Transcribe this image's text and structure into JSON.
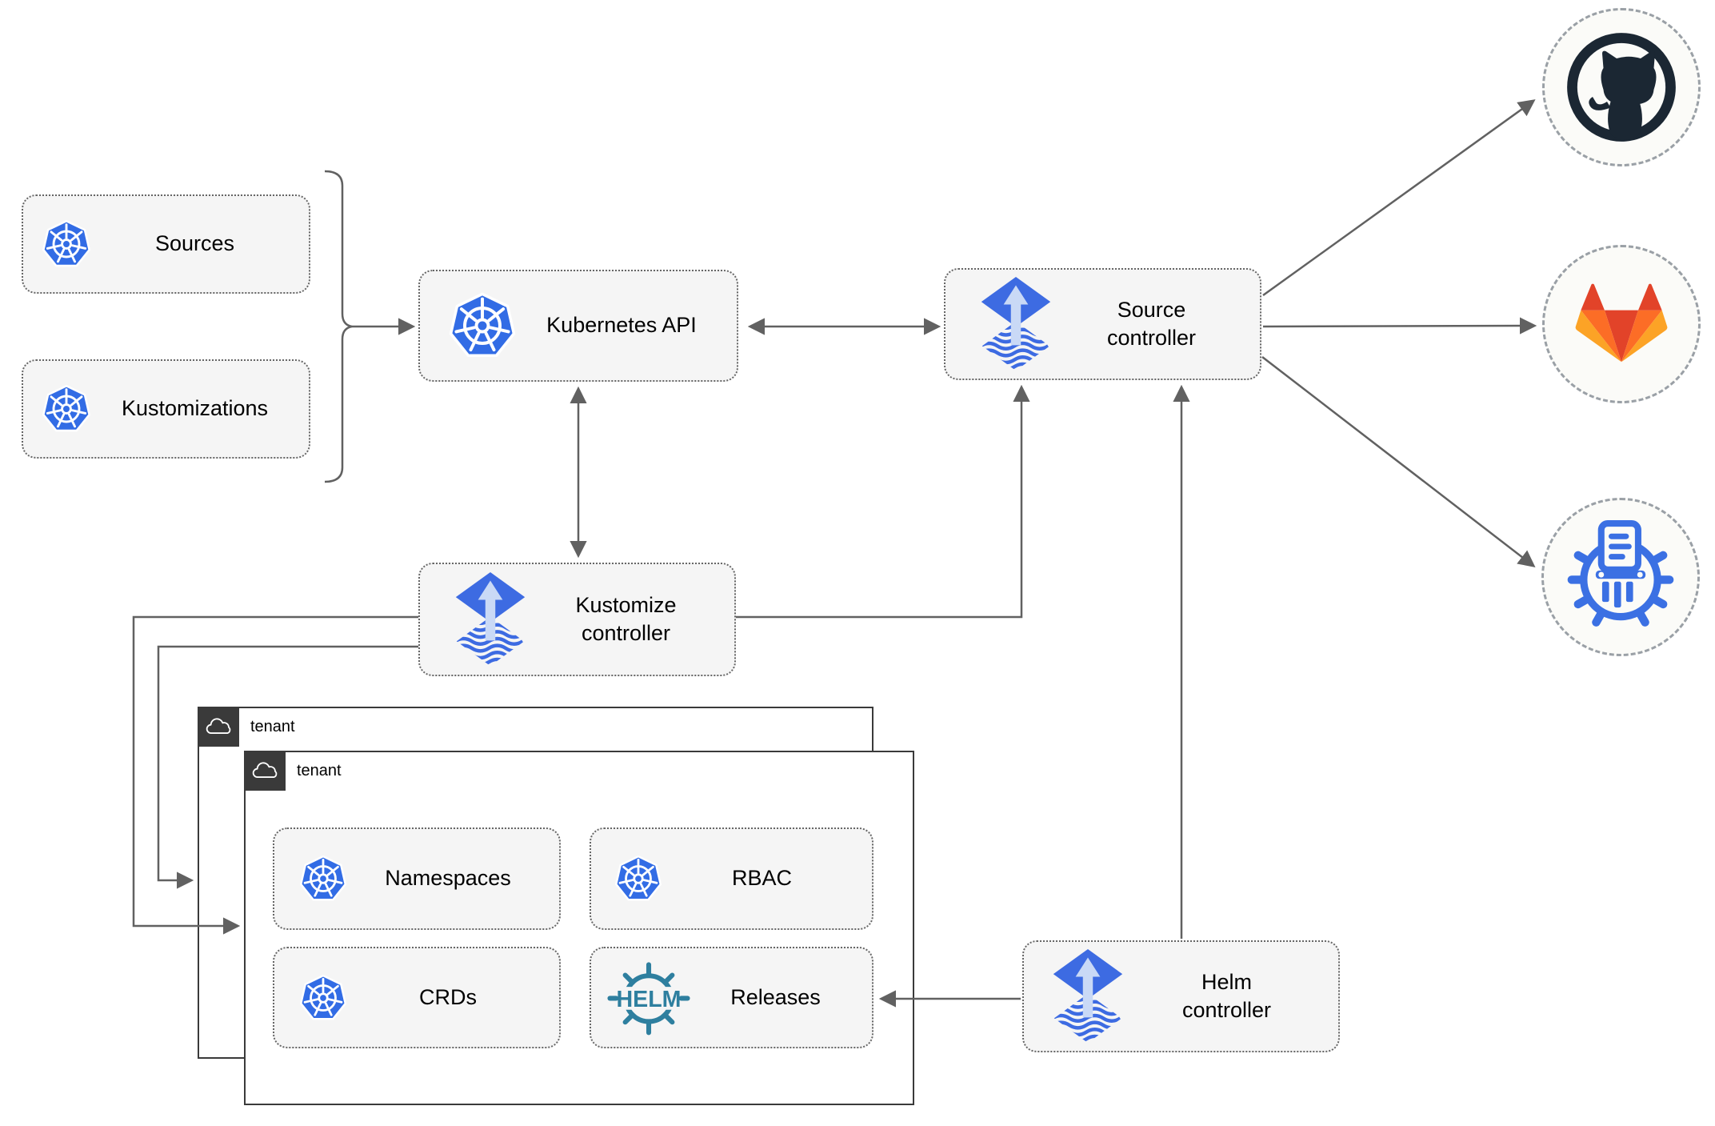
{
  "nodes": {
    "sources": {
      "label": "Sources",
      "icon": "kubernetes"
    },
    "kustomizations": {
      "label": "Kustomizations",
      "icon": "kubernetes"
    },
    "kubernetes_api": {
      "label": "Kubernetes API",
      "icon": "kubernetes"
    },
    "source_controller": {
      "label": "Source\ncontroller",
      "icon": "flux"
    },
    "kustomize_controller": {
      "label": "Kustomize\ncontroller",
      "icon": "flux"
    },
    "helm_controller": {
      "label": "Helm\ncontroller",
      "icon": "flux"
    },
    "tenant_outer": {
      "label": "tenant",
      "icon": "cloud"
    },
    "tenant_inner": {
      "label": "tenant",
      "icon": "cloud"
    },
    "namespaces": {
      "label": "Namespaces",
      "icon": "kubernetes"
    },
    "rbac": {
      "label": "RBAC",
      "icon": "kubernetes"
    },
    "crds": {
      "label": "CRDs",
      "icon": "kubernetes"
    },
    "releases": {
      "label": "Releases",
      "icon": "helm"
    },
    "github": {
      "icon": "github-octocat"
    },
    "gitlab": {
      "icon": "gitlab-tanuki"
    },
    "helm_repository": {
      "icon": "chartmuseum-helm-repo"
    }
  },
  "logos": {
    "helm_wordmark": "HELM"
  },
  "edges": [
    {
      "from": "sources & kustomizations",
      "to": "kubernetes_api",
      "type": "arrow"
    },
    {
      "from": "kubernetes_api",
      "to": "source_controller",
      "type": "bidirectional"
    },
    {
      "from": "kubernetes_api",
      "to": "kustomize_controller",
      "type": "bidirectional"
    },
    {
      "from": "kustomize_controller",
      "to": "source_controller",
      "type": "arrow"
    },
    {
      "from": "kustomize_controller",
      "to": "tenant_outer",
      "type": "arrow"
    },
    {
      "from": "kustomize_controller",
      "to": "tenant_inner",
      "type": "arrow"
    },
    {
      "from": "helm_controller",
      "to": "source_controller",
      "type": "arrow"
    },
    {
      "from": "helm_controller",
      "to": "releases",
      "type": "arrow"
    },
    {
      "from": "source_controller",
      "to": "github",
      "type": "arrow"
    },
    {
      "from": "source_controller",
      "to": "gitlab",
      "type": "arrow"
    },
    {
      "from": "source_controller",
      "to": "helm_repository",
      "type": "arrow"
    }
  ],
  "colors": {
    "kubernetes_blue": "#326CE5",
    "flux_blue": "#3D6BE2",
    "flux_arrow_light": "#C9D9F6",
    "helm_teal": "#2E7F9F",
    "github_dark": "#1B2733",
    "gitlab_red": "#E24329",
    "gitlab_orange": "#FC6D26",
    "gitlab_amber": "#FCA326",
    "chartmuseum_blue": "#3B70E3",
    "connector_gray": "#616161",
    "node_fill": "#F5F5F5",
    "node_border": "#666666",
    "tenant_border": "#3A3A3A",
    "tenant_tab_bg": "#3A3A3A",
    "repo_circle_fill": "#FBFBF8",
    "repo_circle_border": "#9AA0A6"
  }
}
